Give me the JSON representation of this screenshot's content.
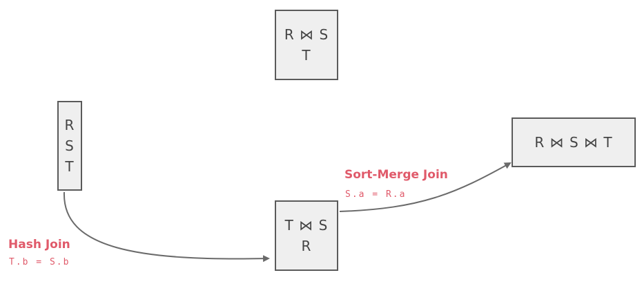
{
  "nodes": {
    "top": {
      "lines": [
        "R ⋈ S",
        "T"
      ]
    },
    "left": {
      "lines": [
        "R",
        "S",
        "T"
      ]
    },
    "mid": {
      "lines": [
        "T ⋈ S",
        "R"
      ]
    },
    "right": {
      "lines": [
        "R ⋈ S ⋈ T"
      ]
    }
  },
  "edges": {
    "hash_join": {
      "title": "Hash Join",
      "condition": "T.b = S.b"
    },
    "sort_merge_join": {
      "title": "Sort-Merge Join",
      "condition": "S.a = R.a"
    }
  },
  "colors": {
    "label": "#e05a6a",
    "node_fill": "#efefef",
    "node_border": "#5a5a5a",
    "arrow": "#6a6a6a"
  }
}
